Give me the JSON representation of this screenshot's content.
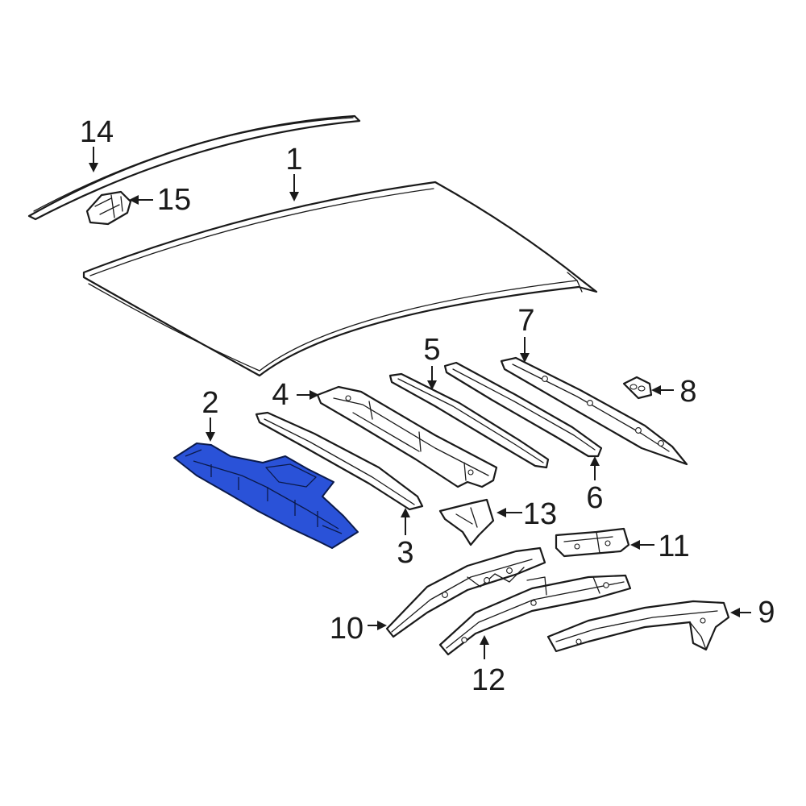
{
  "diagram": {
    "highlight_color": "#2a52d8",
    "line_color": "#1a1a1a",
    "callouts": [
      {
        "id": "p1",
        "label": "1"
      },
      {
        "id": "p2",
        "label": "2"
      },
      {
        "id": "p3",
        "label": "3"
      },
      {
        "id": "p4",
        "label": "4"
      },
      {
        "id": "p5",
        "label": "5"
      },
      {
        "id": "p6",
        "label": "6"
      },
      {
        "id": "p7",
        "label": "7"
      },
      {
        "id": "p8",
        "label": "8"
      },
      {
        "id": "p9",
        "label": "9"
      },
      {
        "id": "p10",
        "label": "10"
      },
      {
        "id": "p11",
        "label": "11"
      },
      {
        "id": "p12",
        "label": "12"
      },
      {
        "id": "p13",
        "label": "13"
      },
      {
        "id": "p14",
        "label": "14"
      },
      {
        "id": "p15",
        "label": "15"
      }
    ],
    "highlighted_part": "2"
  }
}
